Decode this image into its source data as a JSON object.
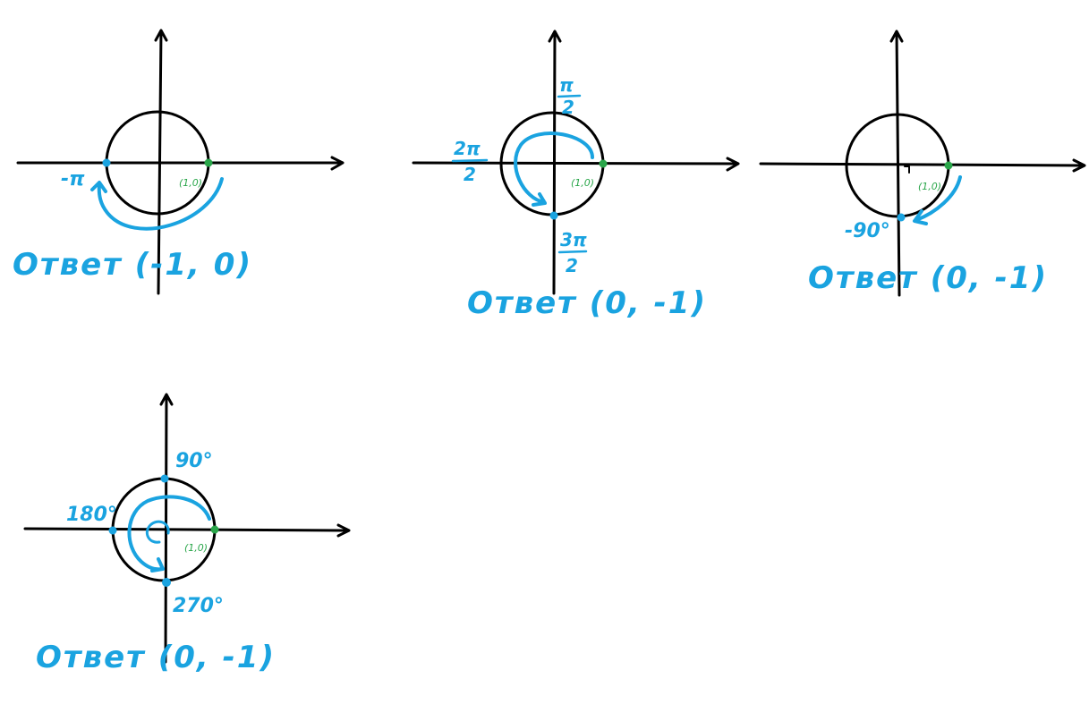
{
  "point_label": "(1,0)",
  "colors": {
    "ink": "#000000",
    "blue": "#1aa3e0",
    "green": "#2aa64a"
  },
  "diagrams": [
    {
      "angle_label": "-π",
      "answer": "Ответ (-1, 0)"
    },
    {
      "label_top_num": "π",
      "label_top_den": "2",
      "label_left_num": "2π",
      "label_left_den": "2",
      "label_bottom_num": "3π",
      "label_bottom_den": "2",
      "answer": "Ответ (0, -1)"
    },
    {
      "angle_label": "-90°",
      "answer": "Ответ (0, -1)"
    },
    {
      "label_top": "90°",
      "label_left": "180°",
      "label_bottom": "270°",
      "answer": "Ответ (0, -1)"
    }
  ]
}
